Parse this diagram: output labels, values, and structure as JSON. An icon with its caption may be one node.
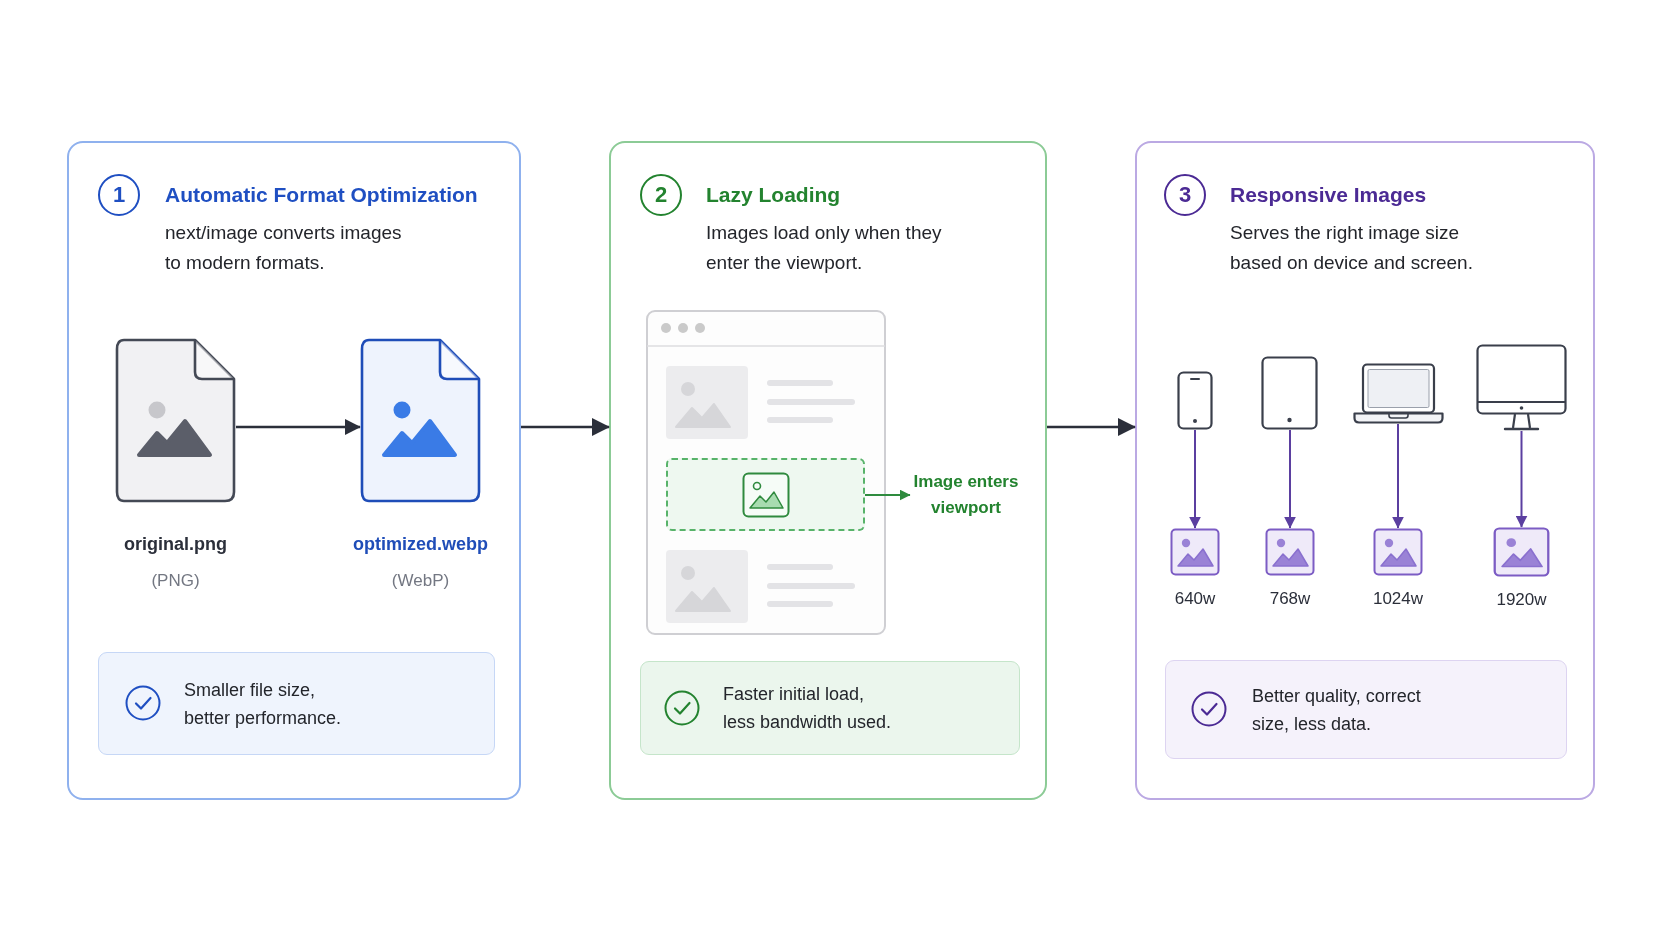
{
  "diagram": {
    "nodes": [
      {
        "text": [
          "Automatic Format Optimization",
          "next/image converts images to modern formats."
        ]
      },
      {
        "text": [
          "1"
        ],
        "in": 0
      },
      {
        "text": [],
        "shape": "picture",
        "in": 0,
        "beside": [
          "original.png",
          "(PNG)"
        ]
      },
      {
        "text": [],
        "shape": "picture",
        "in": 0,
        "beside": [
          "optimized.webp",
          "(WebP)"
        ]
      },
      {
        "text": [
          "Smaller file size, better performance."
        ],
        "in": 0
      },
      {
        "text": [
          "Lazy Loading",
          "Images load only when they enter the viewport."
        ]
      },
      {
        "text": [
          "2"
        ],
        "in": 5
      },
      {
        "text": [],
        "shape": "box",
        "in": 5
      },
      {
        "text": [
          "Image enters viewport"
        ],
        "in": 5
      },
      {
        "text": [
          "Faster initial load, less bandwidth used."
        ],
        "in": 5
      },
      {
        "text": [
          "Responsive Images",
          "Serves the right image size based on device and screen."
        ]
      },
      {
        "text": [
          "3"
        ],
        "in": 10
      },
      {
        "text": [],
        "shape": "picture",
        "in": 10
      },
      {
        "text": [],
        "shape": "picture",
        "in": 10
      },
      {
        "text": [],
        "shape": "picture",
        "in": 10
      },
      {
        "text": [],
        "shape": "picture",
        "in": 10
      },
      {
        "text": [],
        "shape": "picture",
        "in": 10,
        "beside": [
          "640w"
        ]
      },
      {
        "text": [],
        "shape": "picture",
        "in": 10,
        "beside": [
          "768w"
        ]
      },
      {
        "text": [],
        "shape": "picture",
        "in": 10,
        "beside": [
          "1024w"
        ]
      },
      {
        "text": [],
        "shape": "picture",
        "in": 10,
        "beside": [
          "1920w"
        ]
      },
      {
        "text": [
          "Better quality, correct size, less data."
        ],
        "in": 10
      }
    ],
    "edges": [
      {
        "from": 0,
        "to": 5,
        "arrow": "to",
        "color": "#2b2f3a"
      },
      {
        "from": 5,
        "to": 10,
        "arrow": "to",
        "color": "#2b2f3a"
      },
      {
        "from": 2,
        "to": 3,
        "arrow": "to",
        "color": "#2b2f3a"
      },
      {
        "from": 7,
        "to": 8,
        "arrow": "to",
        "color": "#2e8b3e"
      },
      {
        "from": 12,
        "to": 16,
        "arrow": "to",
        "color": "#5b3fa0"
      },
      {
        "from": 13,
        "to": 17,
        "arrow": "to",
        "color": "#5b3fa0"
      },
      {
        "from": 14,
        "to": 18,
        "arrow": "to",
        "color": "#5b3fa0"
      },
      {
        "from": 15,
        "to": 19,
        "arrow": "to",
        "color": "#5b3fa0"
      }
    ]
  }
}
